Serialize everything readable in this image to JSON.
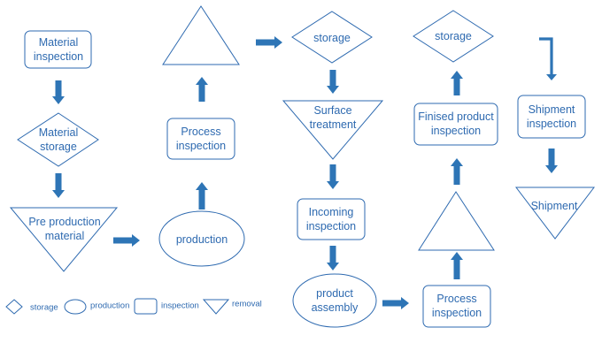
{
  "colors": {
    "shape_stroke": "#2e6ab0",
    "arrow_fill": "#2e75b6",
    "text": "#2e6ab0",
    "background": "#ffffff"
  },
  "nodes": {
    "material_inspection": {
      "shape": "inspection",
      "label_l1": "Material",
      "label_l2": "inspection"
    },
    "material_storage": {
      "shape": "storage",
      "label_l1": "Material",
      "label_l2": "storage"
    },
    "pre_production_material": {
      "shape": "removal",
      "label_l1": "Pre production",
      "label_l2": "material"
    },
    "production": {
      "shape": "production",
      "label": "production"
    },
    "process_inspection_1": {
      "shape": "inspection",
      "label_l1": "Process",
      "label_l2": "inspection"
    },
    "removal_triangle_top": {
      "shape": "triangle"
    },
    "storage_1": {
      "shape": "storage",
      "label": "storage"
    },
    "surface_treatment": {
      "shape": "removal",
      "label_l1": "Surface",
      "label_l2": "treatment"
    },
    "incoming_inspection": {
      "shape": "inspection",
      "label_l1": "Incoming",
      "label_l2": "inspection"
    },
    "product_assembly": {
      "shape": "production",
      "label_l1": "product",
      "label_l2": "assembly"
    },
    "process_inspection_2": {
      "shape": "inspection",
      "label_l1": "Process",
      "label_l2": "inspection"
    },
    "triangle_right": {
      "shape": "triangle"
    },
    "finised_product_inspection": {
      "shape": "inspection",
      "label_l1": "Finised product",
      "label_l2": "inspection"
    },
    "storage_2": {
      "shape": "storage",
      "label": "storage"
    },
    "shipment_inspection": {
      "shape": "inspection",
      "label_l1": "Shipment",
      "label_l2": "inspection"
    },
    "shipment": {
      "shape": "removal",
      "label": "Shipment"
    }
  },
  "legend": {
    "storage": "storage",
    "production": "production",
    "inspection": "inspection",
    "removal": "removal"
  }
}
